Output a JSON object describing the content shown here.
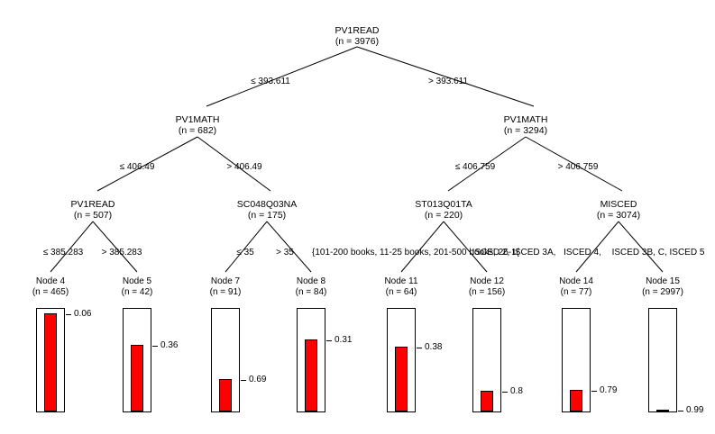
{
  "chart_data": {
    "type": "tree",
    "title": "",
    "root": {
      "name": "PV1READ",
      "n_label": "(n = 3976)",
      "n": 3976
    },
    "inner_nodes": [
      {
        "id": "n2",
        "name": "PV1MATH",
        "n_label": "(n = 682)",
        "n": 682
      },
      {
        "id": "n9",
        "name": "PV1MATH",
        "n_label": "(n = 3294)",
        "n": 3294
      },
      {
        "id": "n3",
        "name": "PV1READ",
        "n_label": "(n = 507)",
        "n": 507
      },
      {
        "id": "n6",
        "name": "SC048Q03NA",
        "n_label": "(n = 175)",
        "n": 175
      },
      {
        "id": "n10",
        "name": "ST013Q01TA",
        "n_label": "(n = 220)",
        "n": 220
      },
      {
        "id": "n13",
        "name": "MISCED",
        "n_label": "(n = 3074)",
        "n": 3074
      }
    ],
    "edge_labels": {
      "root_left": "≤ 393.611",
      "root_right": "> 393.611",
      "n2_left": "≤ 406.49",
      "n2_right": "> 406.49",
      "n9_left": "≤ 406.759",
      "n9_right": "> 406.759",
      "n3_left": "≤ 385.283",
      "n3_right": "> 385.283",
      "n6_left": "≤ 35",
      "n6_right": "> 35",
      "n10_left": "{101-200 books, 11-25 books, 201-500 books, 26-1{",
      "n10_right": "ISCED 2, ISCED 3A,",
      "n13_left": "ISCED 4,",
      "n13_right": "ISCED 3B, C, ISCED 5"
    },
    "leaves": [
      {
        "id": "node4",
        "label": "Node 4",
        "n_label": "(n = 465)",
        "n": 465,
        "value": 0.06,
        "value_label": "0.06",
        "bar_fraction": 0.94
      },
      {
        "id": "node5",
        "label": "Node 5",
        "n_label": "(n = 42)",
        "n": 42,
        "value": 0.36,
        "value_label": "0.36",
        "bar_fraction": 0.64
      },
      {
        "id": "node7",
        "label": "Node 7",
        "n_label": "(n = 91)",
        "n": 91,
        "value": 0.69,
        "value_label": "0.69",
        "bar_fraction": 0.31
      },
      {
        "id": "node8",
        "label": "Node 8",
        "n_label": "(n = 84)",
        "n": 84,
        "value": 0.31,
        "value_label": "0.31",
        "bar_fraction": 0.69
      },
      {
        "id": "node11",
        "label": "Node 11",
        "n_label": "(n = 64)",
        "n": 64,
        "value": 0.38,
        "value_label": "0.38",
        "bar_fraction": 0.62
      },
      {
        "id": "node12",
        "label": "Node 12",
        "n_label": "(n = 156)",
        "n": 156,
        "value": 0.8,
        "value_label": "0.8",
        "bar_fraction": 0.2
      },
      {
        "id": "node14",
        "label": "Node 14",
        "n_label": "(n = 77)",
        "n": 77,
        "value": 0.79,
        "value_label": "0.79",
        "bar_fraction": 0.21
      },
      {
        "id": "node15",
        "label": "Node 15",
        "n_label": "(n = 2997)",
        "n": 2997,
        "value": 0.99,
        "value_label": "0.99",
        "bar_fraction": 0.012
      }
    ],
    "colors": {
      "bar": "#FF0000",
      "outline": "#000000",
      "background": "#FFFFFF"
    },
    "ylim": [
      0,
      1
    ]
  }
}
